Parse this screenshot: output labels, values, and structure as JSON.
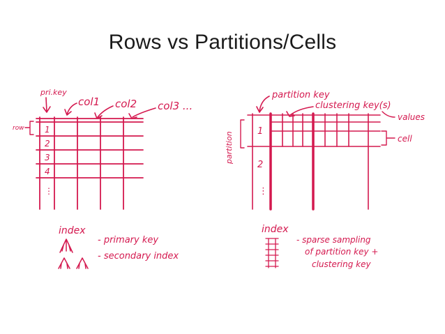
{
  "title": "Rows vs Partitions/Cells",
  "colors": {
    "ink": "#d4194f",
    "title": "#1a1a1a",
    "background": "#ffffff"
  },
  "left": {
    "pri_key": "pri.key",
    "row_label": "row",
    "col1": "col1",
    "col2": "col2",
    "col3": "col3 ...",
    "row_numbers": [
      "1",
      "2",
      "3",
      "4",
      "⋮"
    ],
    "index_title": "index",
    "index_items": [
      "- primary key",
      "- secondary index"
    ]
  },
  "right": {
    "partition_key": "partition key",
    "clustering_keys": "clustering key(s)",
    "values": "values",
    "cell": "cell",
    "partition_label": "partition",
    "partition_numbers": [
      "1",
      "2",
      "⋮"
    ],
    "index_title": "index",
    "index_lines": [
      "- sparse sampling",
      "of partition key +",
      "clustering key"
    ]
  }
}
